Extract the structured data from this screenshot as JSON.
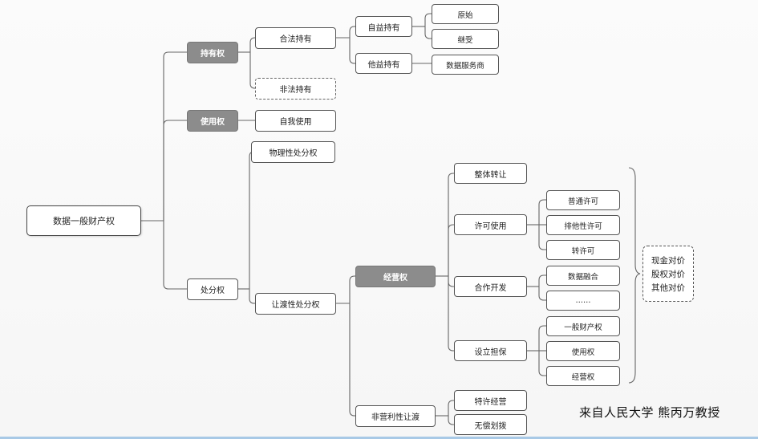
{
  "root": "数据一般财产权",
  "rights": {
    "hold": "持有权",
    "use": "使用权",
    "dispose": "处分权"
  },
  "hold_branch": {
    "legal": "合法持有",
    "illegal": "非法持有",
    "self_benefit": "自益持有",
    "other_benefit": "他益持有",
    "original": "原始",
    "inherit": "继受",
    "data_service_provider": "数据服务商"
  },
  "use_branch": {
    "self_use": "自我使用"
  },
  "dispose_branch": {
    "physical": "物理性处分权",
    "transfer": "让渡性处分权",
    "operation": "经营权",
    "non_profit": "非营利性让渡",
    "whole_transfer": "整体转让",
    "license": "许可使用",
    "cooperation": "合作开发",
    "pledge": "设立担保",
    "ordinary_license": "普通许可",
    "exclusive_license": "排他性许可",
    "sublicense": "转许可",
    "data_fusion": "数据融合",
    "ellipsis": "……",
    "general_property": "一般财产权",
    "use_right": "使用权",
    "operation_right": "经营权",
    "franchise": "特许经营",
    "free_transfer": "无偿划拨"
  },
  "consideration": [
    "现金对价",
    "股权对价",
    "其他对价"
  ],
  "credit": "来自人民大学 熊丙万教授"
}
